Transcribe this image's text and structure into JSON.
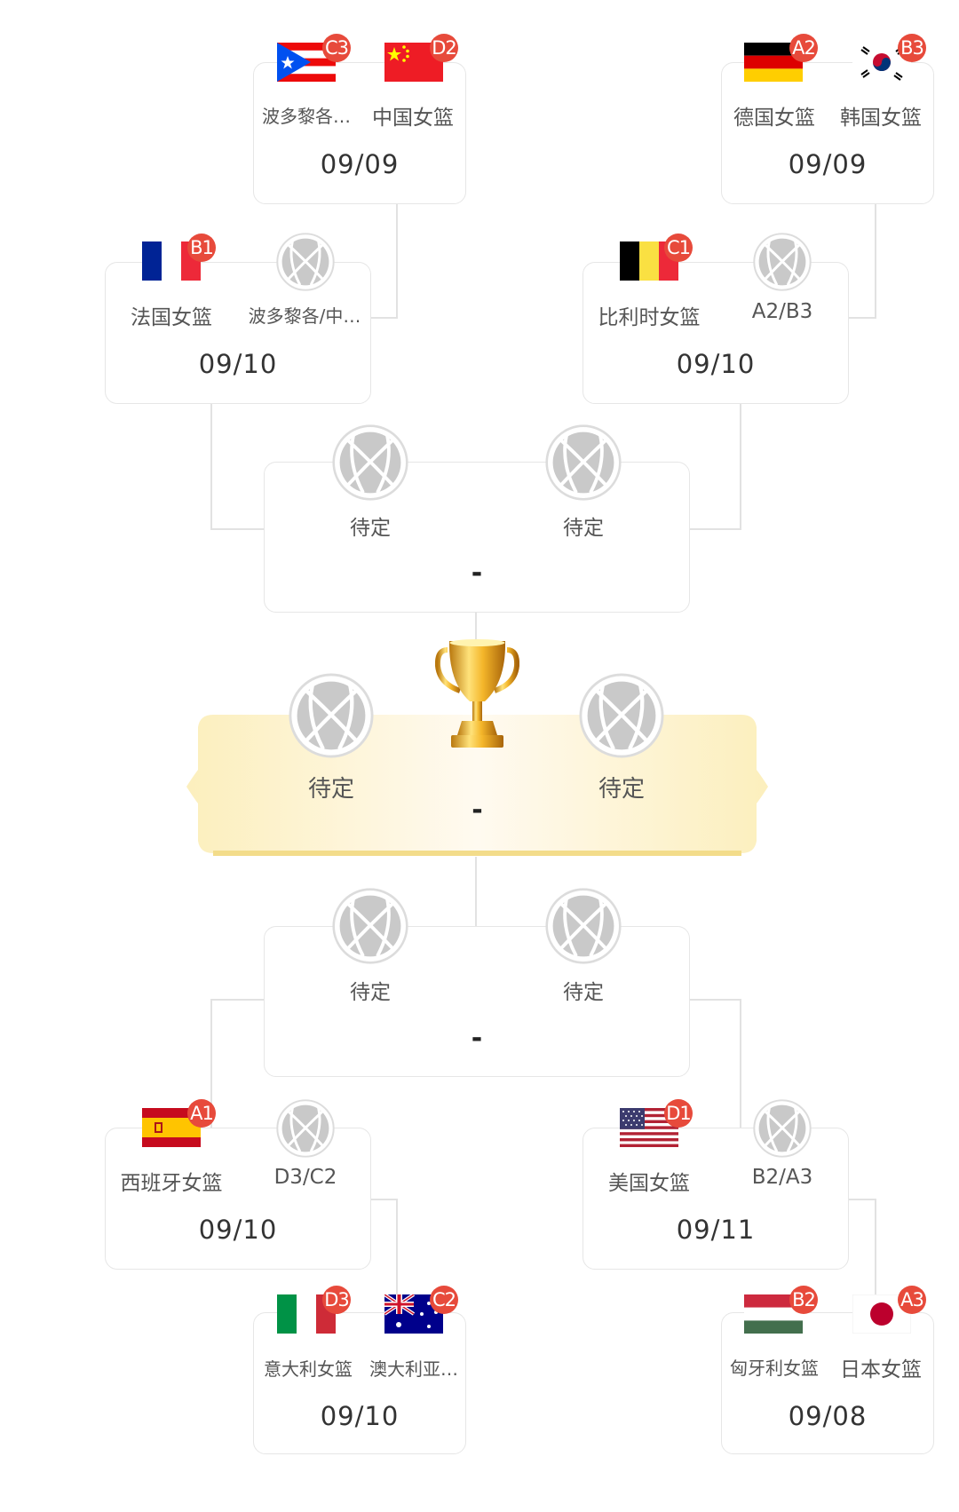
{
  "colors": {
    "seed_badge": "#e74a3b",
    "card_border": "#e6e6e6",
    "connector": "#e2e2e2",
    "final_bg": "#fdf3c8"
  },
  "matches": {
    "m1": {
      "team1": {
        "name": "波多黎各…",
        "seed": "C3",
        "icon": "puerto-rico-flag"
      },
      "team2": {
        "name": "中国女篮",
        "seed": "D2",
        "icon": "china-flag"
      },
      "date": "09/09"
    },
    "m2": {
      "team1": {
        "name": "德国女篮",
        "seed": "A2",
        "icon": "germany-flag"
      },
      "team2": {
        "name": "韩国女篮",
        "seed": "B3",
        "icon": "korea-flag"
      },
      "date": "09/09"
    },
    "m3": {
      "team1": {
        "name": "法国女篮",
        "seed": "B1",
        "icon": "france-flag"
      },
      "team2": {
        "name": "波多黎各/中…",
        "icon": "basketball-icon"
      },
      "date": "09/10"
    },
    "m4": {
      "team1": {
        "name": "比利时女篮",
        "seed": "C1",
        "icon": "belgium-flag"
      },
      "team2": {
        "name": "A2/B3",
        "icon": "basketball-icon"
      },
      "date": "09/10"
    },
    "sf1": {
      "team1": {
        "name": "待定",
        "icon": "basketball-icon"
      },
      "team2": {
        "name": "待定",
        "icon": "basketball-icon"
      },
      "date": "-"
    },
    "final": {
      "team1": {
        "name": "待定",
        "icon": "basketball-icon"
      },
      "team2": {
        "name": "待定",
        "icon": "basketball-icon"
      },
      "date": "-",
      "icon": "trophy-icon"
    },
    "sf2": {
      "team1": {
        "name": "待定",
        "icon": "basketball-icon"
      },
      "team2": {
        "name": "待定",
        "icon": "basketball-icon"
      },
      "date": "-"
    },
    "m5": {
      "team1": {
        "name": "西班牙女篮",
        "seed": "A1",
        "icon": "spain-flag"
      },
      "team2": {
        "name": "D3/C2",
        "icon": "basketball-icon"
      },
      "date": "09/10"
    },
    "m6": {
      "team1": {
        "name": "美国女篮",
        "seed": "D1",
        "icon": "usa-flag"
      },
      "team2": {
        "name": "B2/A3",
        "icon": "basketball-icon"
      },
      "date": "09/11"
    },
    "m7": {
      "team1": {
        "name": "意大利女篮",
        "seed": "D3",
        "icon": "italy-flag"
      },
      "team2": {
        "name": "澳大利亚…",
        "seed": "C2",
        "icon": "australia-flag"
      },
      "date": "09/10"
    },
    "m8": {
      "team1": {
        "name": "匈牙利女篮",
        "seed": "B2",
        "icon": "hungary-flag"
      },
      "team2": {
        "name": "日本女篮",
        "seed": "A3",
        "icon": "japan-flag"
      },
      "date": "09/08"
    }
  }
}
